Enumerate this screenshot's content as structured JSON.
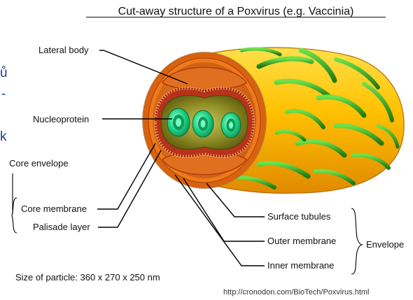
{
  "diagram": {
    "title": "Cut-away structure of a Poxvirus (e.g. Vaccinia)",
    "labels": {
      "lateral_body": "Lateral body",
      "nucleoprotein": "Nucleoprotein",
      "core_envelope": "Core envelope",
      "core_membrane": "Core membrane",
      "palisade_layer": "Palisade layer",
      "surface_tubules": "Surface tubules",
      "outer_membrane": "Outer membrane",
      "inner_membrane": "Inner membrane",
      "envelope": "Envelope"
    },
    "particle_size": "Size of particle: 360 x 270 x 250 nm",
    "source_url": "http://cronodon.com/BioTech/Poxvirus.html",
    "cut_off_text": {
      "line1": "ů",
      "line2": "-",
      "line3": "k"
    },
    "colors": {
      "shell_orange": "#f5a000",
      "shell_yellow": "#ffd21a",
      "cut_face": "#e0701a",
      "palisade_red": "#b8321a",
      "core_olive": "#8a8a1a",
      "nucleoprotein_green": "#1fd58a",
      "tubule_green": "#3bb51f",
      "fragment_text": "#1f3f8f"
    }
  }
}
